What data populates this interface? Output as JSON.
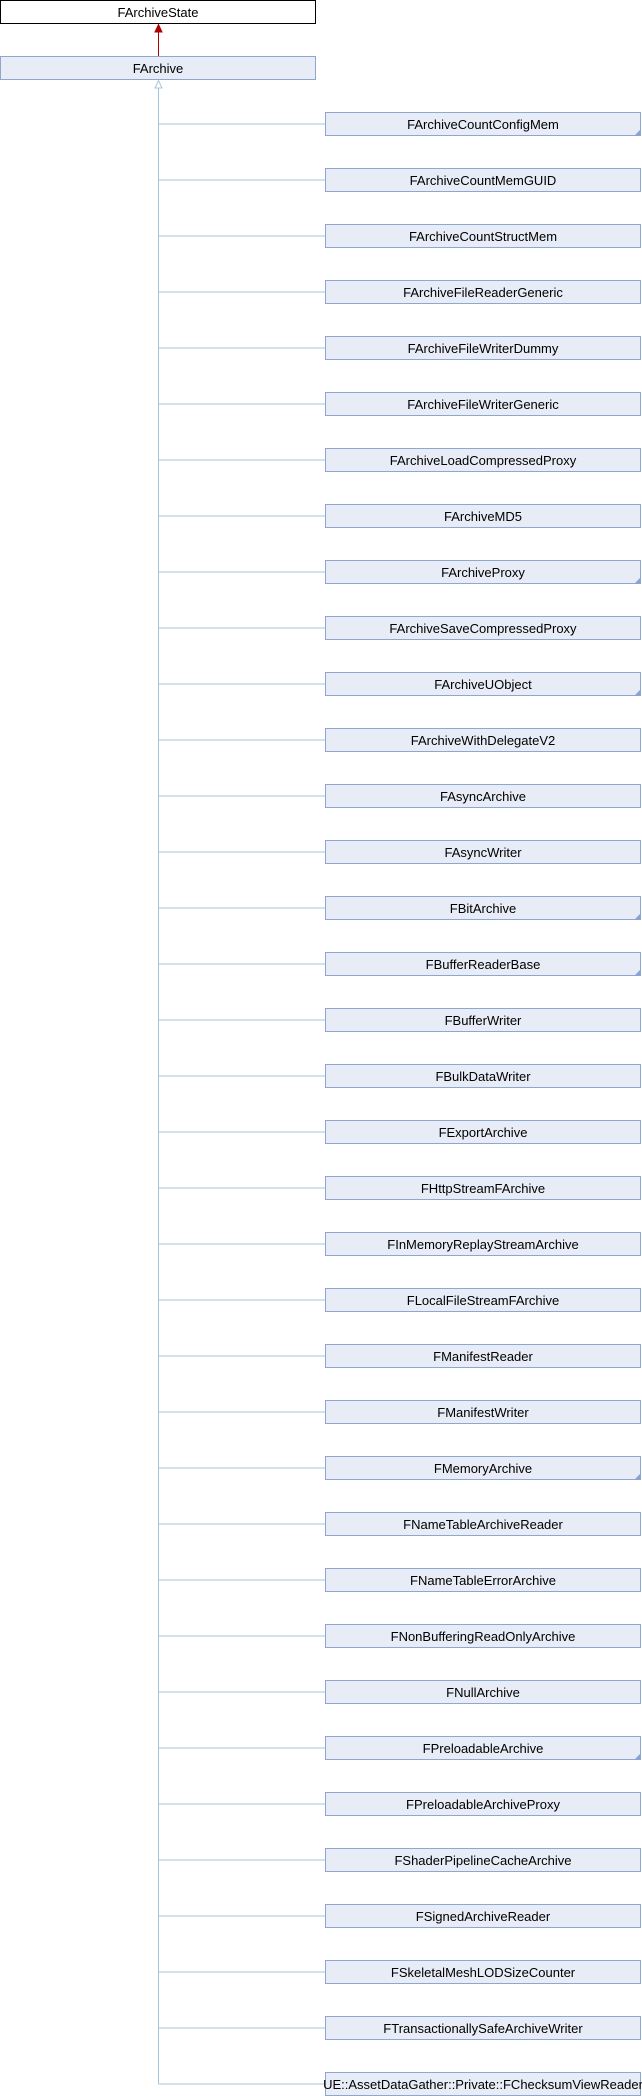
{
  "base_class": {
    "name": "FArchiveState"
  },
  "main_class": {
    "name": "FArchive"
  },
  "derived_classes": [
    {
      "name": "FArchiveCountConfigMem",
      "has_more": true
    },
    {
      "name": "FArchiveCountMemGUID",
      "has_more": false
    },
    {
      "name": "FArchiveCountStructMem",
      "has_more": false
    },
    {
      "name": "FArchiveFileReaderGeneric",
      "has_more": false
    },
    {
      "name": "FArchiveFileWriterDummy",
      "has_more": false
    },
    {
      "name": "FArchiveFileWriterGeneric",
      "has_more": false
    },
    {
      "name": "FArchiveLoadCompressedProxy",
      "has_more": false
    },
    {
      "name": "FArchiveMD5",
      "has_more": false
    },
    {
      "name": "FArchiveProxy",
      "has_more": true
    },
    {
      "name": "FArchiveSaveCompressedProxy",
      "has_more": false
    },
    {
      "name": "FArchiveUObject",
      "has_more": true
    },
    {
      "name": "FArchiveWithDelegateV2",
      "has_more": false
    },
    {
      "name": "FAsyncArchive",
      "has_more": false
    },
    {
      "name": "FAsyncWriter",
      "has_more": false
    },
    {
      "name": "FBitArchive",
      "has_more": true
    },
    {
      "name": "FBufferReaderBase",
      "has_more": true
    },
    {
      "name": "FBufferWriter",
      "has_more": false
    },
    {
      "name": "FBulkDataWriter",
      "has_more": false
    },
    {
      "name": "FExportArchive",
      "has_more": false
    },
    {
      "name": "FHttpStreamFArchive",
      "has_more": false
    },
    {
      "name": "FInMemoryReplayStreamArchive",
      "has_more": false
    },
    {
      "name": "FLocalFileStreamFArchive",
      "has_more": false
    },
    {
      "name": "FManifestReader",
      "has_more": false
    },
    {
      "name": "FManifestWriter",
      "has_more": false
    },
    {
      "name": "FMemoryArchive",
      "has_more": true
    },
    {
      "name": "FNameTableArchiveReader",
      "has_more": false
    },
    {
      "name": "FNameTableErrorArchive",
      "has_more": false
    },
    {
      "name": "FNonBufferingReadOnlyArchive",
      "has_more": false
    },
    {
      "name": "FNullArchive",
      "has_more": false
    },
    {
      "name": "FPreloadableArchive",
      "has_more": true
    },
    {
      "name": "FPreloadableArchiveProxy",
      "has_more": false
    },
    {
      "name": "FShaderPipelineCacheArchive",
      "has_more": false
    },
    {
      "name": "FSignedArchiveReader",
      "has_more": false
    },
    {
      "name": "FSkeletalMeshLODSizeCounter",
      "has_more": false
    },
    {
      "name": "FTransactionallySafeArchiveWriter",
      "has_more": false
    },
    {
      "name": "UE::AssetDataGather::Private::FChecksumViewReader",
      "has_more": false
    }
  ],
  "colors": {
    "base_border": "#000000",
    "base_fill": "#ffffff",
    "node_border": "#8fa6d1",
    "node_fill": "#e8ecf7",
    "edge_public": "#a4c4de",
    "edge_base": "#b00000",
    "more_marker": "#8aa3d4"
  }
}
